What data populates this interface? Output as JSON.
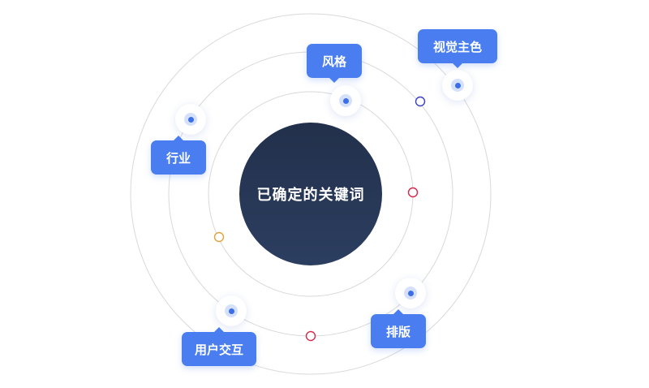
{
  "center": {
    "label": "已确定的关键词"
  },
  "keywords": {
    "style": "风格",
    "visual_theme": "视觉主色",
    "industry": "行业",
    "layout": "排版",
    "interaction": "用户交互"
  },
  "colors": {
    "tag_background": "#4a7ef0",
    "core_top": "#22304b",
    "core_bottom": "#2c3e60",
    "orbit_line": "#d9d9d9",
    "marker_blue": "#3b3fc4",
    "marker_red": "#d6284c",
    "marker_orange": "#e0a33a"
  }
}
